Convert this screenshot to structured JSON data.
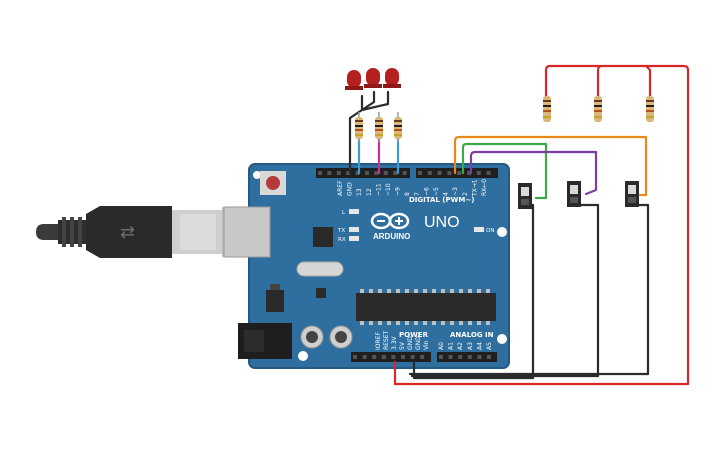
{
  "board": {
    "brand": "ARDUINO",
    "model": "UNO",
    "digital_header": "DIGITAL (PWM~)",
    "power_header": "POWER",
    "analog_header": "ANALOG IN",
    "on_label": "ON",
    "l_label": "L",
    "tx_label": "TX",
    "rx_label": "RX",
    "digital_pins": [
      "AREF",
      "GND",
      "13",
      "12",
      "~11",
      "~10",
      "~9",
      "8",
      "7",
      "~6",
      "~5",
      "4",
      "~3",
      "2",
      "TX→1",
      "RX←0"
    ],
    "power_pins": [
      "IOREF",
      "RESET",
      "3.3V",
      "5V",
      "GND",
      "GND",
      "Vin"
    ],
    "analog_pins": [
      "A0",
      "A1",
      "A2",
      "A3",
      "A4",
      "A5"
    ]
  },
  "usb": {
    "symbol": "⇄"
  },
  "colors": {
    "board": "#2f6f9f",
    "board_edge": "#245a82",
    "wire_red": "#d62828",
    "wire_black": "#2b2b2b",
    "wire_orange": "#e8891a",
    "wire_purple": "#7a3fa0",
    "wire_green": "#3ea84a",
    "wire_blue": "#3a9bd6",
    "wire_magenta": "#c7309a",
    "led": "#b3201f"
  },
  "components": {
    "leds": [
      "led-1",
      "led-2",
      "led-3"
    ],
    "resistors": [
      "r-led-1",
      "r-led-2",
      "r-led-3",
      "r-sw-1",
      "r-sw-2",
      "r-sw-3"
    ],
    "switches": [
      "switch-1",
      "switch-2",
      "switch-3"
    ]
  }
}
